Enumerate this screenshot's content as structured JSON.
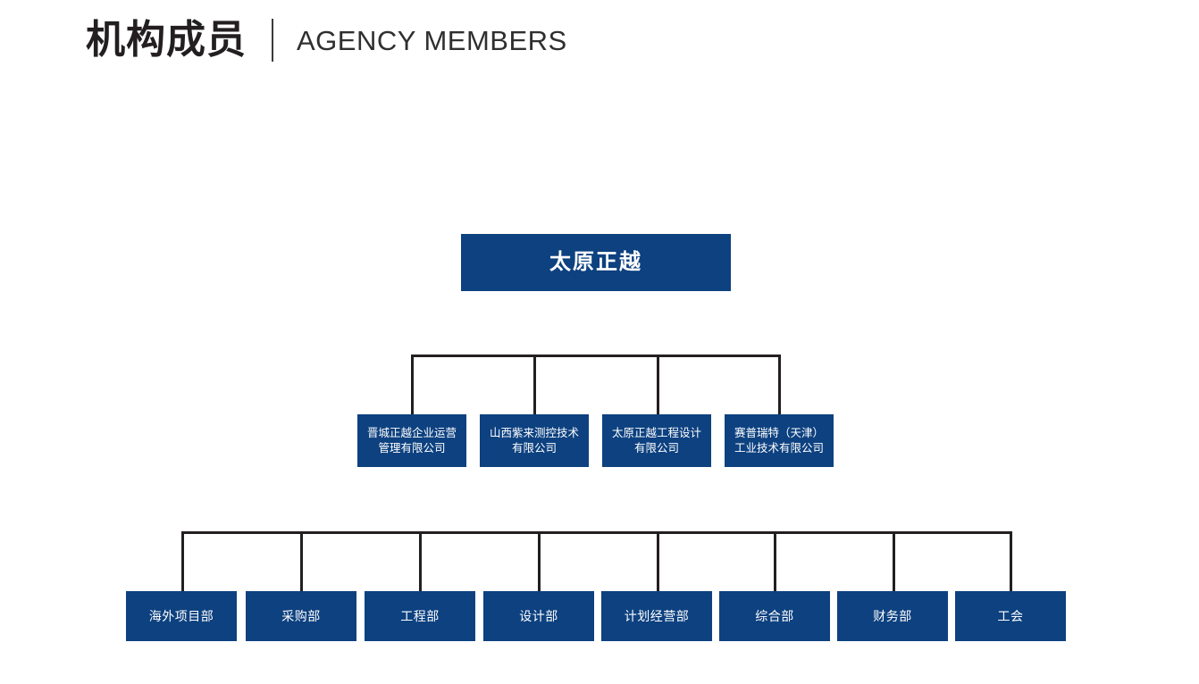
{
  "header": {
    "title_cn": "机构成员",
    "title_en": "AGENCY MEMBERS",
    "divider": "|"
  },
  "theme": {
    "box_blue": "#0d4180",
    "line_black": "#231f20",
    "text_white": "#ffffff",
    "background": "#ffffff"
  },
  "chart": {
    "type": "org-chart",
    "root": {
      "label": "太原正越"
    },
    "subsidiaries": [
      {
        "label": "晋城正越企业运营管理有限公司"
      },
      {
        "label": "山西紫来测控技术有限公司"
      },
      {
        "label": "太原正越工程设计有限公司"
      },
      {
        "label": "赛普瑞特（天津）工业技术有限公司"
      }
    ],
    "departments": [
      {
        "label": "海外项目部"
      },
      {
        "label": "采购部"
      },
      {
        "label": "工程部"
      },
      {
        "label": "设计部"
      },
      {
        "label": "计划经营部"
      },
      {
        "label": "综合部"
      },
      {
        "label": "财务部"
      },
      {
        "label": "工会"
      }
    ]
  }
}
